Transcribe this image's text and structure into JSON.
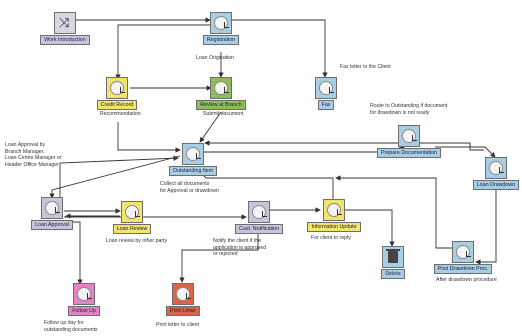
{
  "nodes": [
    {
      "id": "work",
      "label": "Work Introduction",
      "color": "start",
      "icon": "workflow-start-icon"
    },
    {
      "id": "registration",
      "label": "Registration",
      "color": "blue",
      "icon": "clock-icon"
    },
    {
      "id": "credit",
      "label": "Credit Record",
      "color": "yellow",
      "icon": "clock-icon"
    },
    {
      "id": "review_branch",
      "label": "Review at Branch",
      "color": "green",
      "icon": "clock-icon"
    },
    {
      "id": "fax",
      "label": "Fax",
      "color": "blue",
      "icon": "clock-icon"
    },
    {
      "id": "outstanding",
      "label": "Outstanding Item",
      "color": "blue",
      "icon": "clock-icon"
    },
    {
      "id": "prepare",
      "label": "Prepare Documentation",
      "color": "blue",
      "icon": "clock-icon"
    },
    {
      "id": "drawdown",
      "label": "Loan Drawdown",
      "color": "blue",
      "icon": "clock-icon"
    },
    {
      "id": "approval",
      "label": "Loan Approval",
      "color": "lav",
      "icon": "clock-icon"
    },
    {
      "id": "review",
      "label": "Loan Review",
      "color": "yellow",
      "icon": "clock-icon"
    },
    {
      "id": "notification",
      "label": "Cust. Notification",
      "color": "lav",
      "icon": "clock-icon"
    },
    {
      "id": "info_update",
      "label": "Information Update",
      "color": "yellow",
      "icon": "clock-icon"
    },
    {
      "id": "delete",
      "label": "Delete",
      "color": "blue",
      "icon": "trash-icon"
    },
    {
      "id": "post_drawdown",
      "label": "Post Drawdown Proc.",
      "color": "blue",
      "icon": "clock-icon"
    },
    {
      "id": "followup",
      "label": "Follow Up",
      "color": "pink",
      "icon": "clock-icon"
    },
    {
      "id": "print",
      "label": "Print Letter",
      "color": "red",
      "icon": "clock-icon"
    }
  ],
  "notes": {
    "loan_origination": "Loan Origination",
    "fax_letter": "Fax letter to the Client",
    "recommendation": "Recommendation",
    "submit_document": "Submit document",
    "route_outstanding": [
      "Route to Outstanding if document",
      "for drawdown is not ready"
    ],
    "approval_roles": [
      "Loan Approval by",
      "Branch Manager,",
      "Loan Centre Manager or",
      "Header Office Manager"
    ],
    "collect_docs": [
      "Collect all documents",
      "for Approval or drawdown"
    ],
    "loan_review_other": "Loan review by other party",
    "notify_client": [
      "Notify the client if the",
      "application is approved",
      "or rejected"
    ],
    "for_client_reply": "For client to reply",
    "after_drawdown": "After drawdown procedure",
    "follow_up_day": [
      "Follow up day for",
      "outstanding documents"
    ],
    "print_letter": "Print letter to client"
  }
}
